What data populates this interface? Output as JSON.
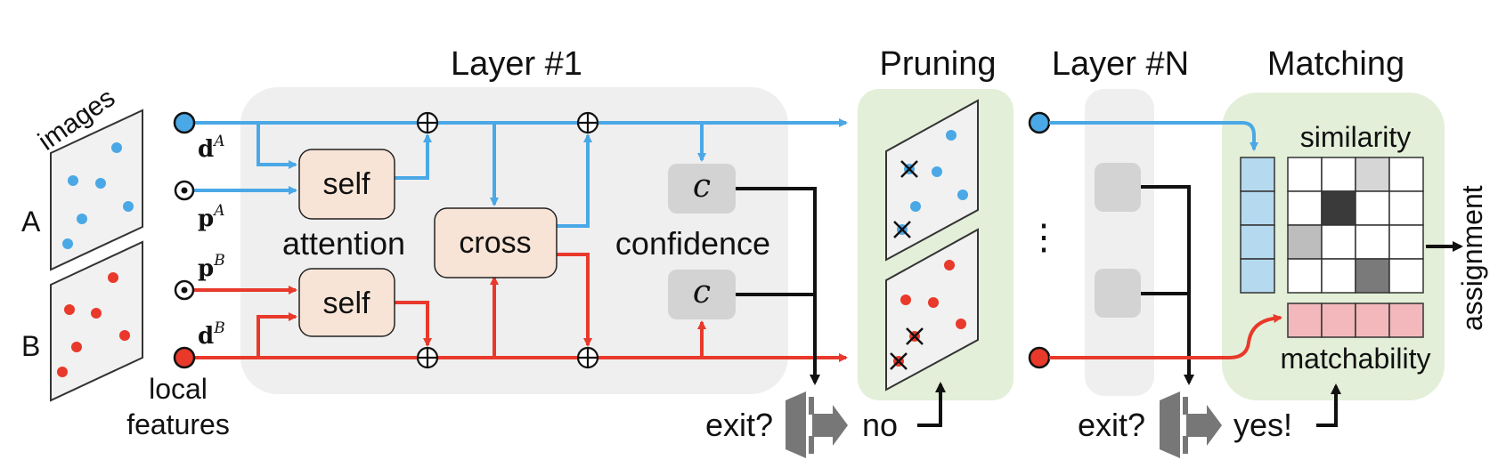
{
  "headings": {
    "layer1": "Layer #1",
    "pruning": "Pruning",
    "layerN": "Layer #N",
    "matching": "Matching"
  },
  "images": {
    "caption": "images",
    "a_label": "A",
    "b_label": "B"
  },
  "inputs": {
    "d_a": "d",
    "d_a_sup": "A",
    "p_a": "p",
    "p_a_sup": "A",
    "p_b": "p",
    "p_b_sup": "B",
    "d_b": "d",
    "d_b_sup": "B",
    "local_features_line1": "local",
    "local_features_line2": "features"
  },
  "blocks": {
    "self_top": "self",
    "self_bottom": "self",
    "cross": "cross",
    "attention_label": "attention",
    "confidence_label": "confidence",
    "conf_symbol_top": "c",
    "conf_symbol_bottom": "c"
  },
  "exits": {
    "exit1_label": "exit?",
    "exit1_answer": "no",
    "exit2_label": "exit?",
    "exit2_answer": "yes!"
  },
  "layerN": {
    "ellipsis": "⋮"
  },
  "matching": {
    "similarity_label": "similarity",
    "matchability_label": "matchability",
    "assignment_label": "assignment"
  },
  "colors": {
    "blue": "#4aa8e6",
    "red": "#e8392b",
    "gray_panel": "#efefef",
    "green_panel": "#e3efd8",
    "block_fill": "#f8e4d6",
    "conf_block": "#d3d3d3",
    "exit_icon": "#777777"
  },
  "similarity_matrix": [
    [
      0,
      0,
      1,
      0
    ],
    [
      0,
      3,
      0,
      0
    ],
    [
      2,
      0,
      0,
      0
    ],
    [
      0,
      0,
      2,
      0
    ]
  ]
}
